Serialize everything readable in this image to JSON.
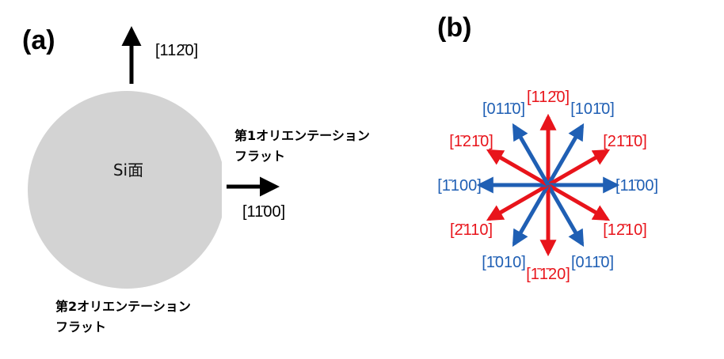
{
  "panel_a": {
    "label": "(a)",
    "face_label": "Si面",
    "up_arrow_label": "[112̄0]",
    "right_arrow_label": "[11̄00]",
    "flat1_line1": "第1オリエンテーション",
    "flat1_line2": "フラット",
    "flat2_line1": "第2オリエンテーション",
    "flat2_line2": "フラット"
  },
  "panel_b": {
    "label": "(b)",
    "colors": {
      "red": "#e8141b",
      "blue": "#1f5fb4"
    },
    "directions": [
      {
        "angle": 0,
        "color": "red",
        "label": "[112̄0]"
      },
      {
        "angle": 30,
        "color": "blue",
        "label": "[101̄0]"
      },
      {
        "angle": 60,
        "color": "red",
        "label": "[21̄1̄0]"
      },
      {
        "angle": 90,
        "color": "blue",
        "label": "[11̄00]"
      },
      {
        "angle": 120,
        "color": "red",
        "label": "[12̄10]"
      },
      {
        "angle": 150,
        "color": "blue",
        "label": "[011̄0]"
      },
      {
        "angle": 180,
        "color": "red",
        "label": "[1̄1̄20]"
      },
      {
        "angle": 210,
        "color": "blue",
        "label": "[1̄010]"
      },
      {
        "angle": 240,
        "color": "red",
        "label": "[2̄110]"
      },
      {
        "angle": 270,
        "color": "blue",
        "label": "[1̄100]"
      },
      {
        "angle": 300,
        "color": "red",
        "label": "[1̄21̄0]"
      },
      {
        "angle": 330,
        "color": "blue",
        "label": "[011̄0]"
      }
    ]
  }
}
